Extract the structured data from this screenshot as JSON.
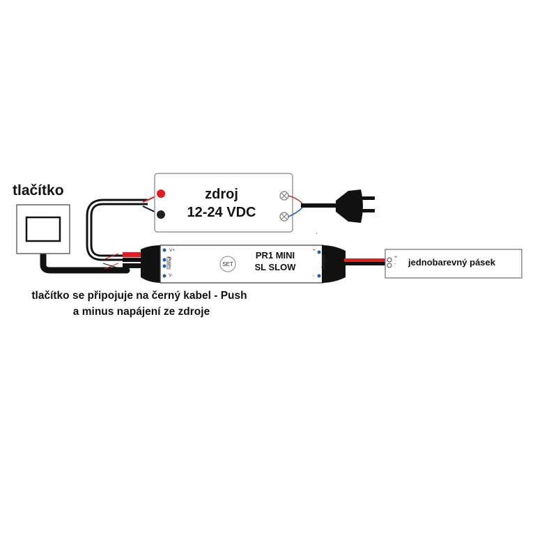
{
  "labels": {
    "button_title": "tlačítko",
    "psu_line1": "zdroj",
    "psu_line2": "12-24 VDC",
    "controller_line1": "PR1 MINI",
    "controller_line2": "SL SLOW",
    "set_button": "SET",
    "v_plus": "V+",
    "v_minus": "V-",
    "push": "Push",
    "output": "Output",
    "out_plus": "+",
    "out_minus": "-",
    "strip_plus": "+",
    "strip_minus": "-",
    "strip": "jednobarevný pásek",
    "note_line1": "tlačítko se připojuje na černý kabel - Push",
    "note_line2": "a minus napájení  ze zdroje"
  },
  "colors": {
    "wire_black": "#111111",
    "wire_red": "#e02020",
    "terminal_red": "#e21b1b",
    "terminal_blue": "#1f5fbf"
  }
}
